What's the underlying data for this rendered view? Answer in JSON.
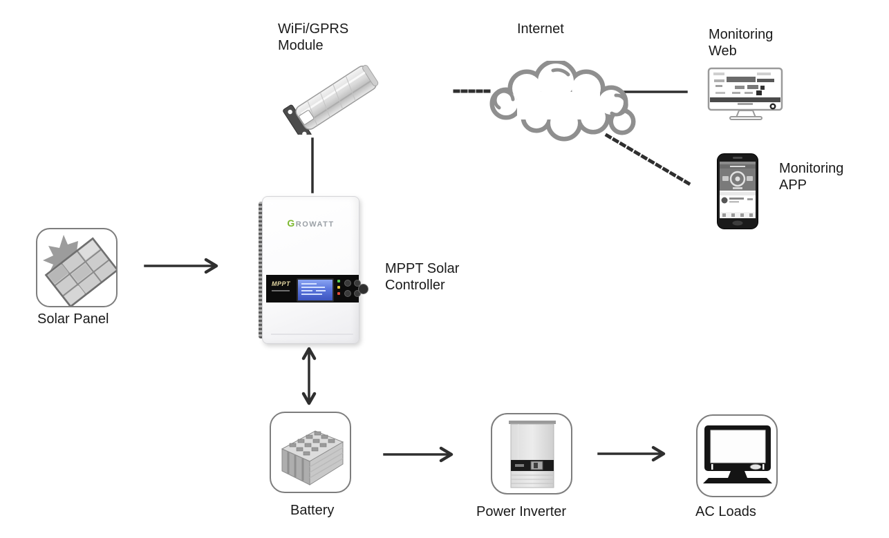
{
  "diagram": {
    "labels": {
      "wifi_module": "WiFi/GPRS\nModule",
      "internet": "Internet",
      "monitoring_web": "Monitoring\nWeb",
      "monitoring_app": "Monitoring\nAPP",
      "solar_panel": "Solar Panel",
      "controller": "MPPT Solar\nController",
      "battery": "Battery",
      "power_inverter": "Power Inverter",
      "ac_loads": "AC Loads"
    },
    "device": {
      "brand_g": "G",
      "brand_rest": "ROWATT",
      "band_label": "MPPT"
    },
    "colors": {
      "brand_green": "#7cb82f",
      "brand_gray": "#9aa0a6",
      "connector_line": "#2f2f2f",
      "cloud_stroke": "#8f8f8f",
      "lcd_blue": "#4d68d8",
      "box_border": "#7d7d7d"
    }
  }
}
